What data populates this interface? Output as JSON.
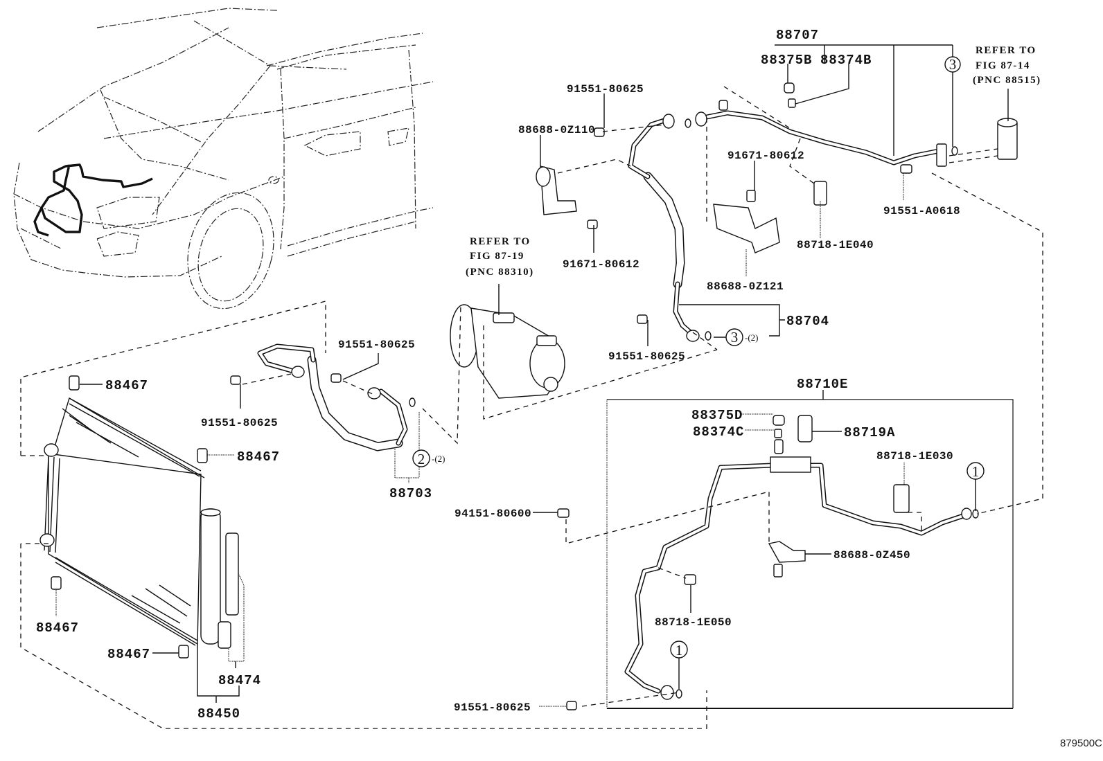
{
  "figure": {
    "title": "Toyota A/C refrigerant piping parts diagram",
    "figure_code": "879500C"
  },
  "labels": {
    "l_88707": "88707",
    "l_88375B": "88375B",
    "l_88374B": "88374B",
    "l_91551_80625_top": "91551-80625",
    "l_88688_0Z110": "88688-0Z110",
    "l_91671_80612_a": "91671-80612",
    "l_91671_80612_b": "91671-80612",
    "l_91551_A0618": "91551-A0618",
    "l_88718_1E040": "88718-1E040",
    "l_88688_0Z121": "88688-0Z121",
    "l_88704": "88704",
    "l_91551_80625_mid": "91551-80625",
    "l_91551_80625_hose": "91551-80625",
    "l_91551_80625_left": "91551-80625",
    "l_88467_a": "88467",
    "l_88467_b": "88467",
    "l_88467_c": "88467",
    "l_88467_d": "88467",
    "l_88703": "88703",
    "l_88474": "88474",
    "l_88450": "88450",
    "l_88710E": "88710E",
    "l_88375D": "88375D",
    "l_88374C": "88374C",
    "l_88719A": "88719A",
    "l_88718_1E030": "88718-1E030",
    "l_94151_80600": "94151-80600",
    "l_88688_0Z450": "88688-0Z450",
    "l_88718_1E050": "88718-1E050",
    "l_91551_80625_bottom": "91551-80625"
  },
  "references": {
    "compressor": [
      "REFER TO",
      "FIG 87-19",
      "(PNC 88310)"
    ],
    "expansion_valve": [
      "REFER TO",
      "FIG 87-14",
      "(PNC 88515)"
    ]
  },
  "callouts": {
    "c3_top": {
      "number": "3"
    },
    "c3_hose": {
      "number": "3",
      "qty": "-(2)"
    },
    "c2_hose": {
      "number": "2",
      "qty": "-(2)"
    },
    "c1_right": {
      "number": "1"
    },
    "c1_bottom": {
      "number": "1"
    }
  },
  "components": {
    "car": "vehicle-front-view",
    "compressor": "ac-compressor",
    "condenser": "condenser-assembly",
    "expansion_valve": "expansion-valve-block",
    "suction_pipe": "suction-pipe-88707",
    "suction_hose": "suction-hose-88704",
    "discharge_hose": "discharge-hose-88703",
    "liquid_tube": "liquid-tube-88710E"
  }
}
